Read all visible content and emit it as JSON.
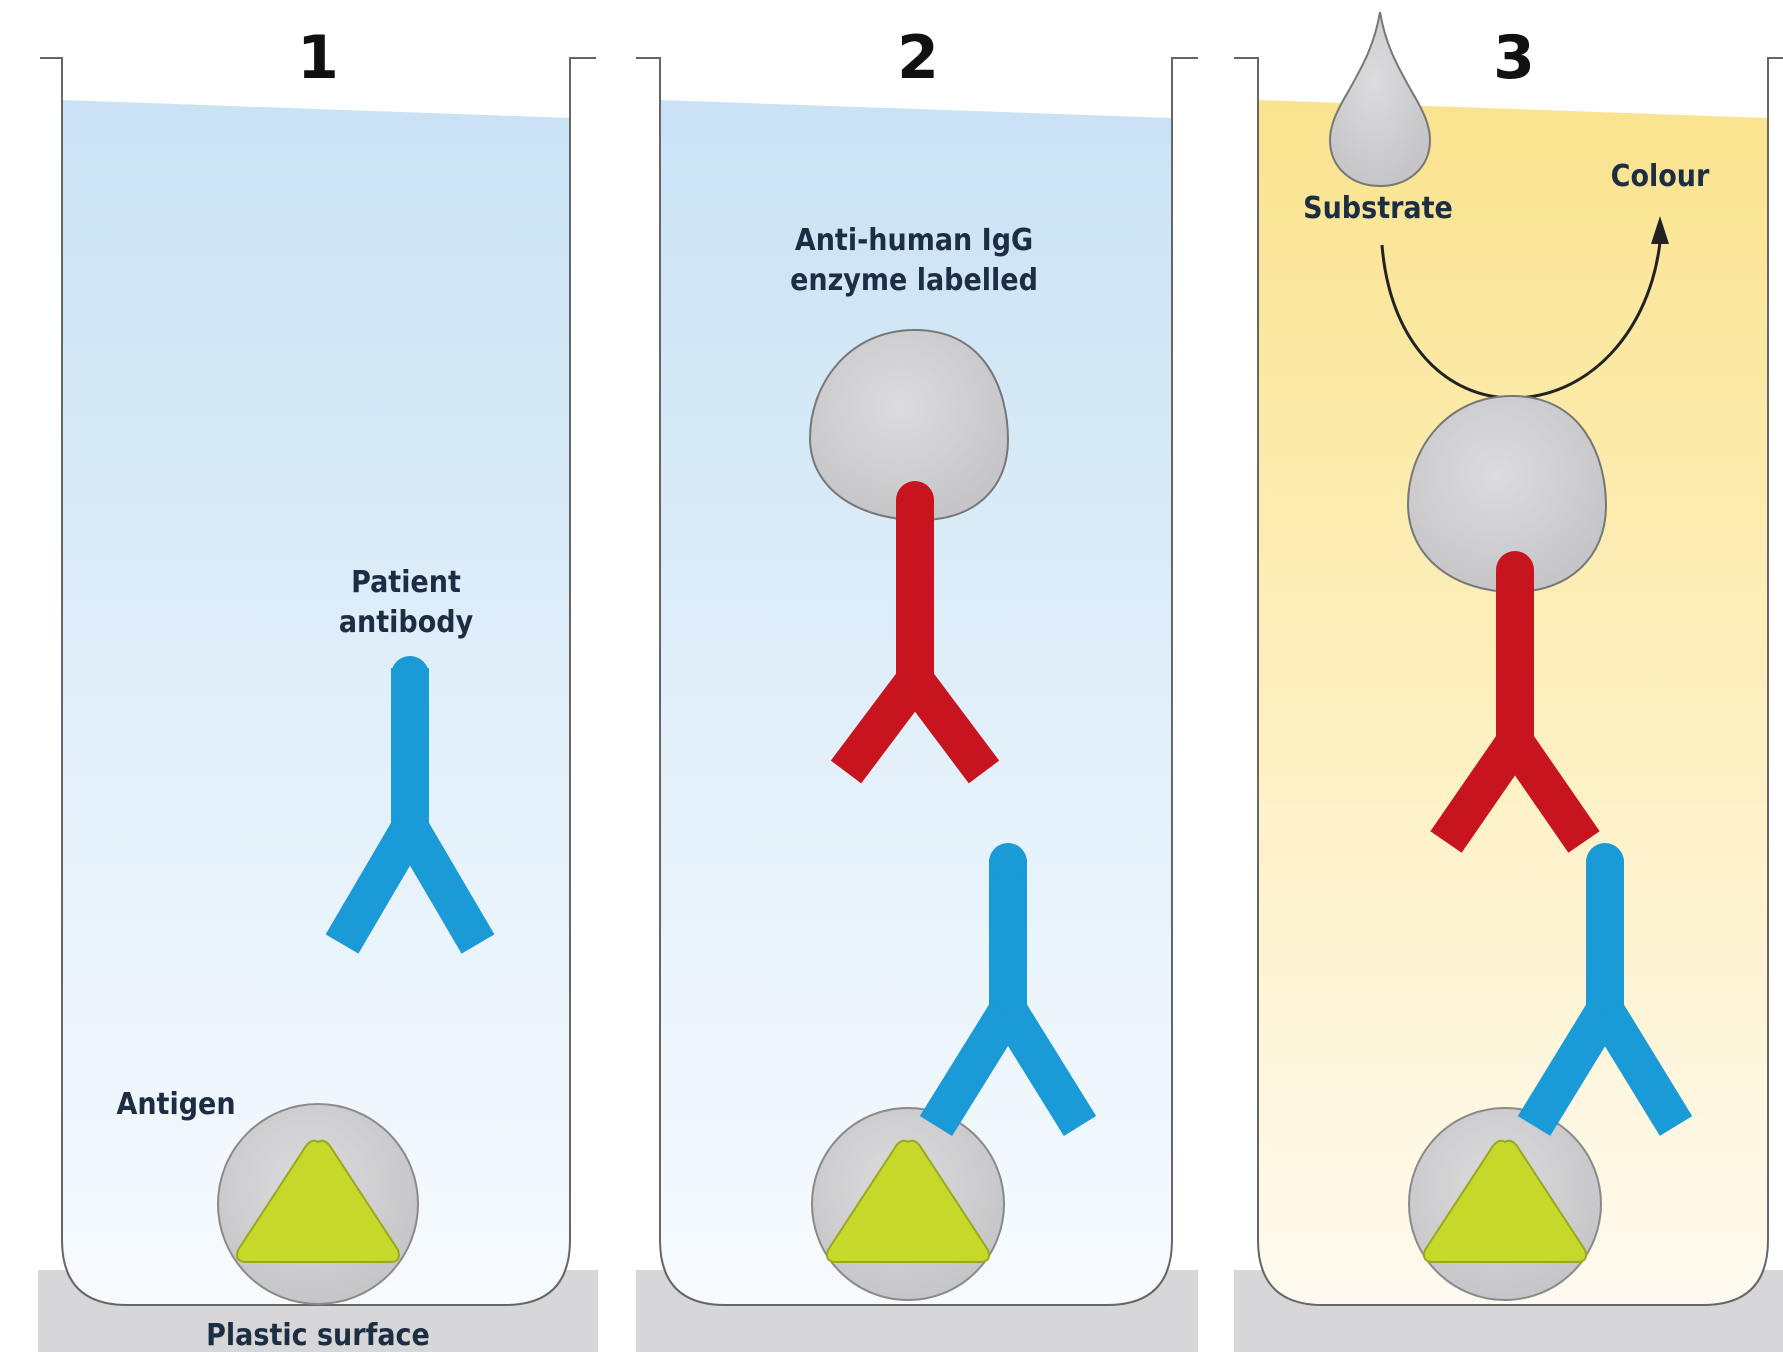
{
  "steps": [
    {
      "number": "1"
    },
    {
      "number": "2"
    },
    {
      "number": "3"
    }
  ],
  "labels": {
    "patient_antibody_line1": "Patient",
    "patient_antibody_line2": "antibody",
    "antigen": "Antigen",
    "plastic_surface": "Plastic surface",
    "anti_igg_line1": "Anti-human IgG",
    "anti_igg_line2": "enzyme labelled",
    "substrate": "Substrate",
    "colour": "Colour"
  },
  "colors": {
    "buffer_blue": "#cfe6f5",
    "substrate_yellow": "#fbe79c",
    "patient_antibody": "#1a9ad6",
    "anti_igg_antibody": "#c8141f",
    "enzyme_grey": "#d2d2d4",
    "antigen_green": "#c6d82a",
    "plastic_grey": "#d7d7d9"
  }
}
